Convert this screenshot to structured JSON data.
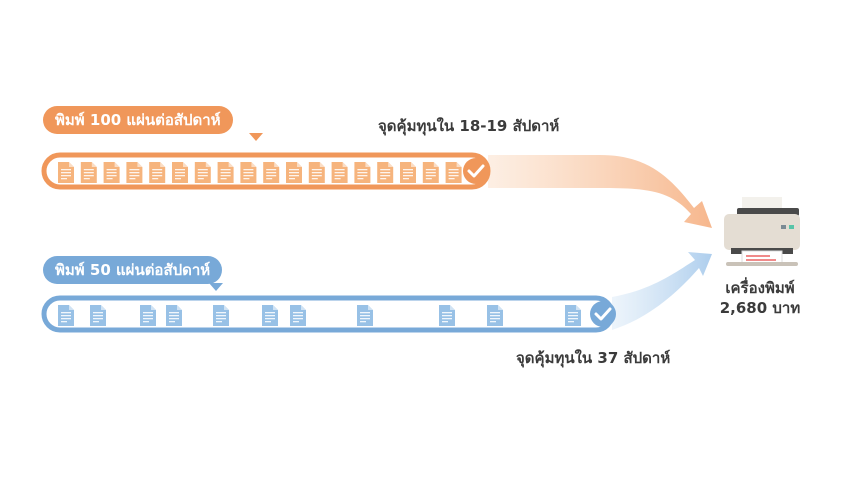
{
  "scenario_100": {
    "label": "พิมพ์ 100 แผ่นต่อสัปดาห์",
    "breakeven": "จุดคุ้มทุนใน 18-19 สัปดาห์",
    "doc_count": 18,
    "color": "#f0975a",
    "doc_color": "#f6b47d"
  },
  "scenario_50": {
    "label": "พิมพ์ 50 แผ่นต่อสัปดาห์",
    "breakeven": "จุดคุ้มทุนใน 37 สัปดาห์",
    "doc_count": 12,
    "color": "#78a9d8",
    "doc_color": "#98c1e6"
  },
  "printer": {
    "label": "เครื่องพิมพ์",
    "price": "2,680 บาท",
    "icon": "printer-icon"
  },
  "icons": {
    "document": "document-icon",
    "check": "check-icon"
  }
}
